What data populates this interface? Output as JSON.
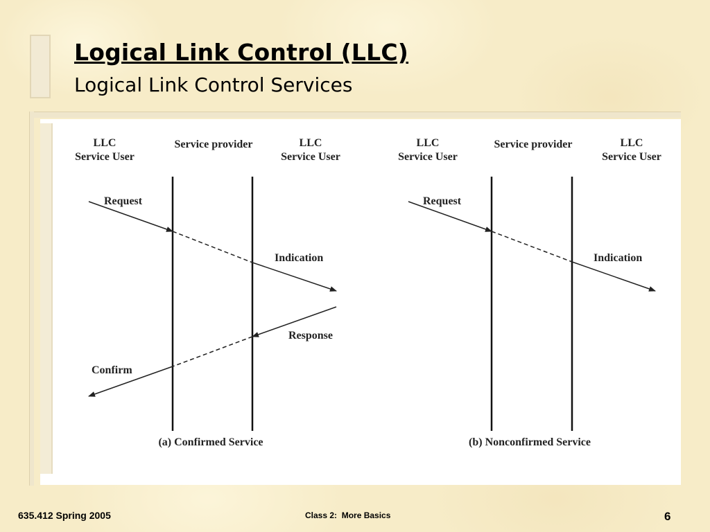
{
  "slide": {
    "title": "Logical Link Control (LLC)",
    "subtitle": "Logical Link Control Services"
  },
  "diagram": {
    "left": {
      "llc_user_left_line1": "LLC",
      "llc_user_left_line2": "Service User",
      "provider": "Service provider",
      "llc_user_right_line1": "LLC",
      "llc_user_right_line2": "Service User",
      "request": "Request",
      "indication": "Indication",
      "response": "Response",
      "confirm": "Confirm",
      "caption": "(a) Confirmed Service"
    },
    "right": {
      "llc_user_left_line1": "LLC",
      "llc_user_left_line2": "Service User",
      "provider": "Service provider",
      "llc_user_right_line1": "LLC",
      "llc_user_right_line2": "Service User",
      "request": "Request",
      "indication": "Indication",
      "caption": "(b) Nonconfirmed Service"
    }
  },
  "footer": {
    "course": "635.412 Spring 2005",
    "class_title": "Class 2:  More Basics",
    "page_number": "6"
  },
  "colors": {
    "background": "#f7ecc8",
    "panel": "#ffffff",
    "text": "#000000"
  }
}
